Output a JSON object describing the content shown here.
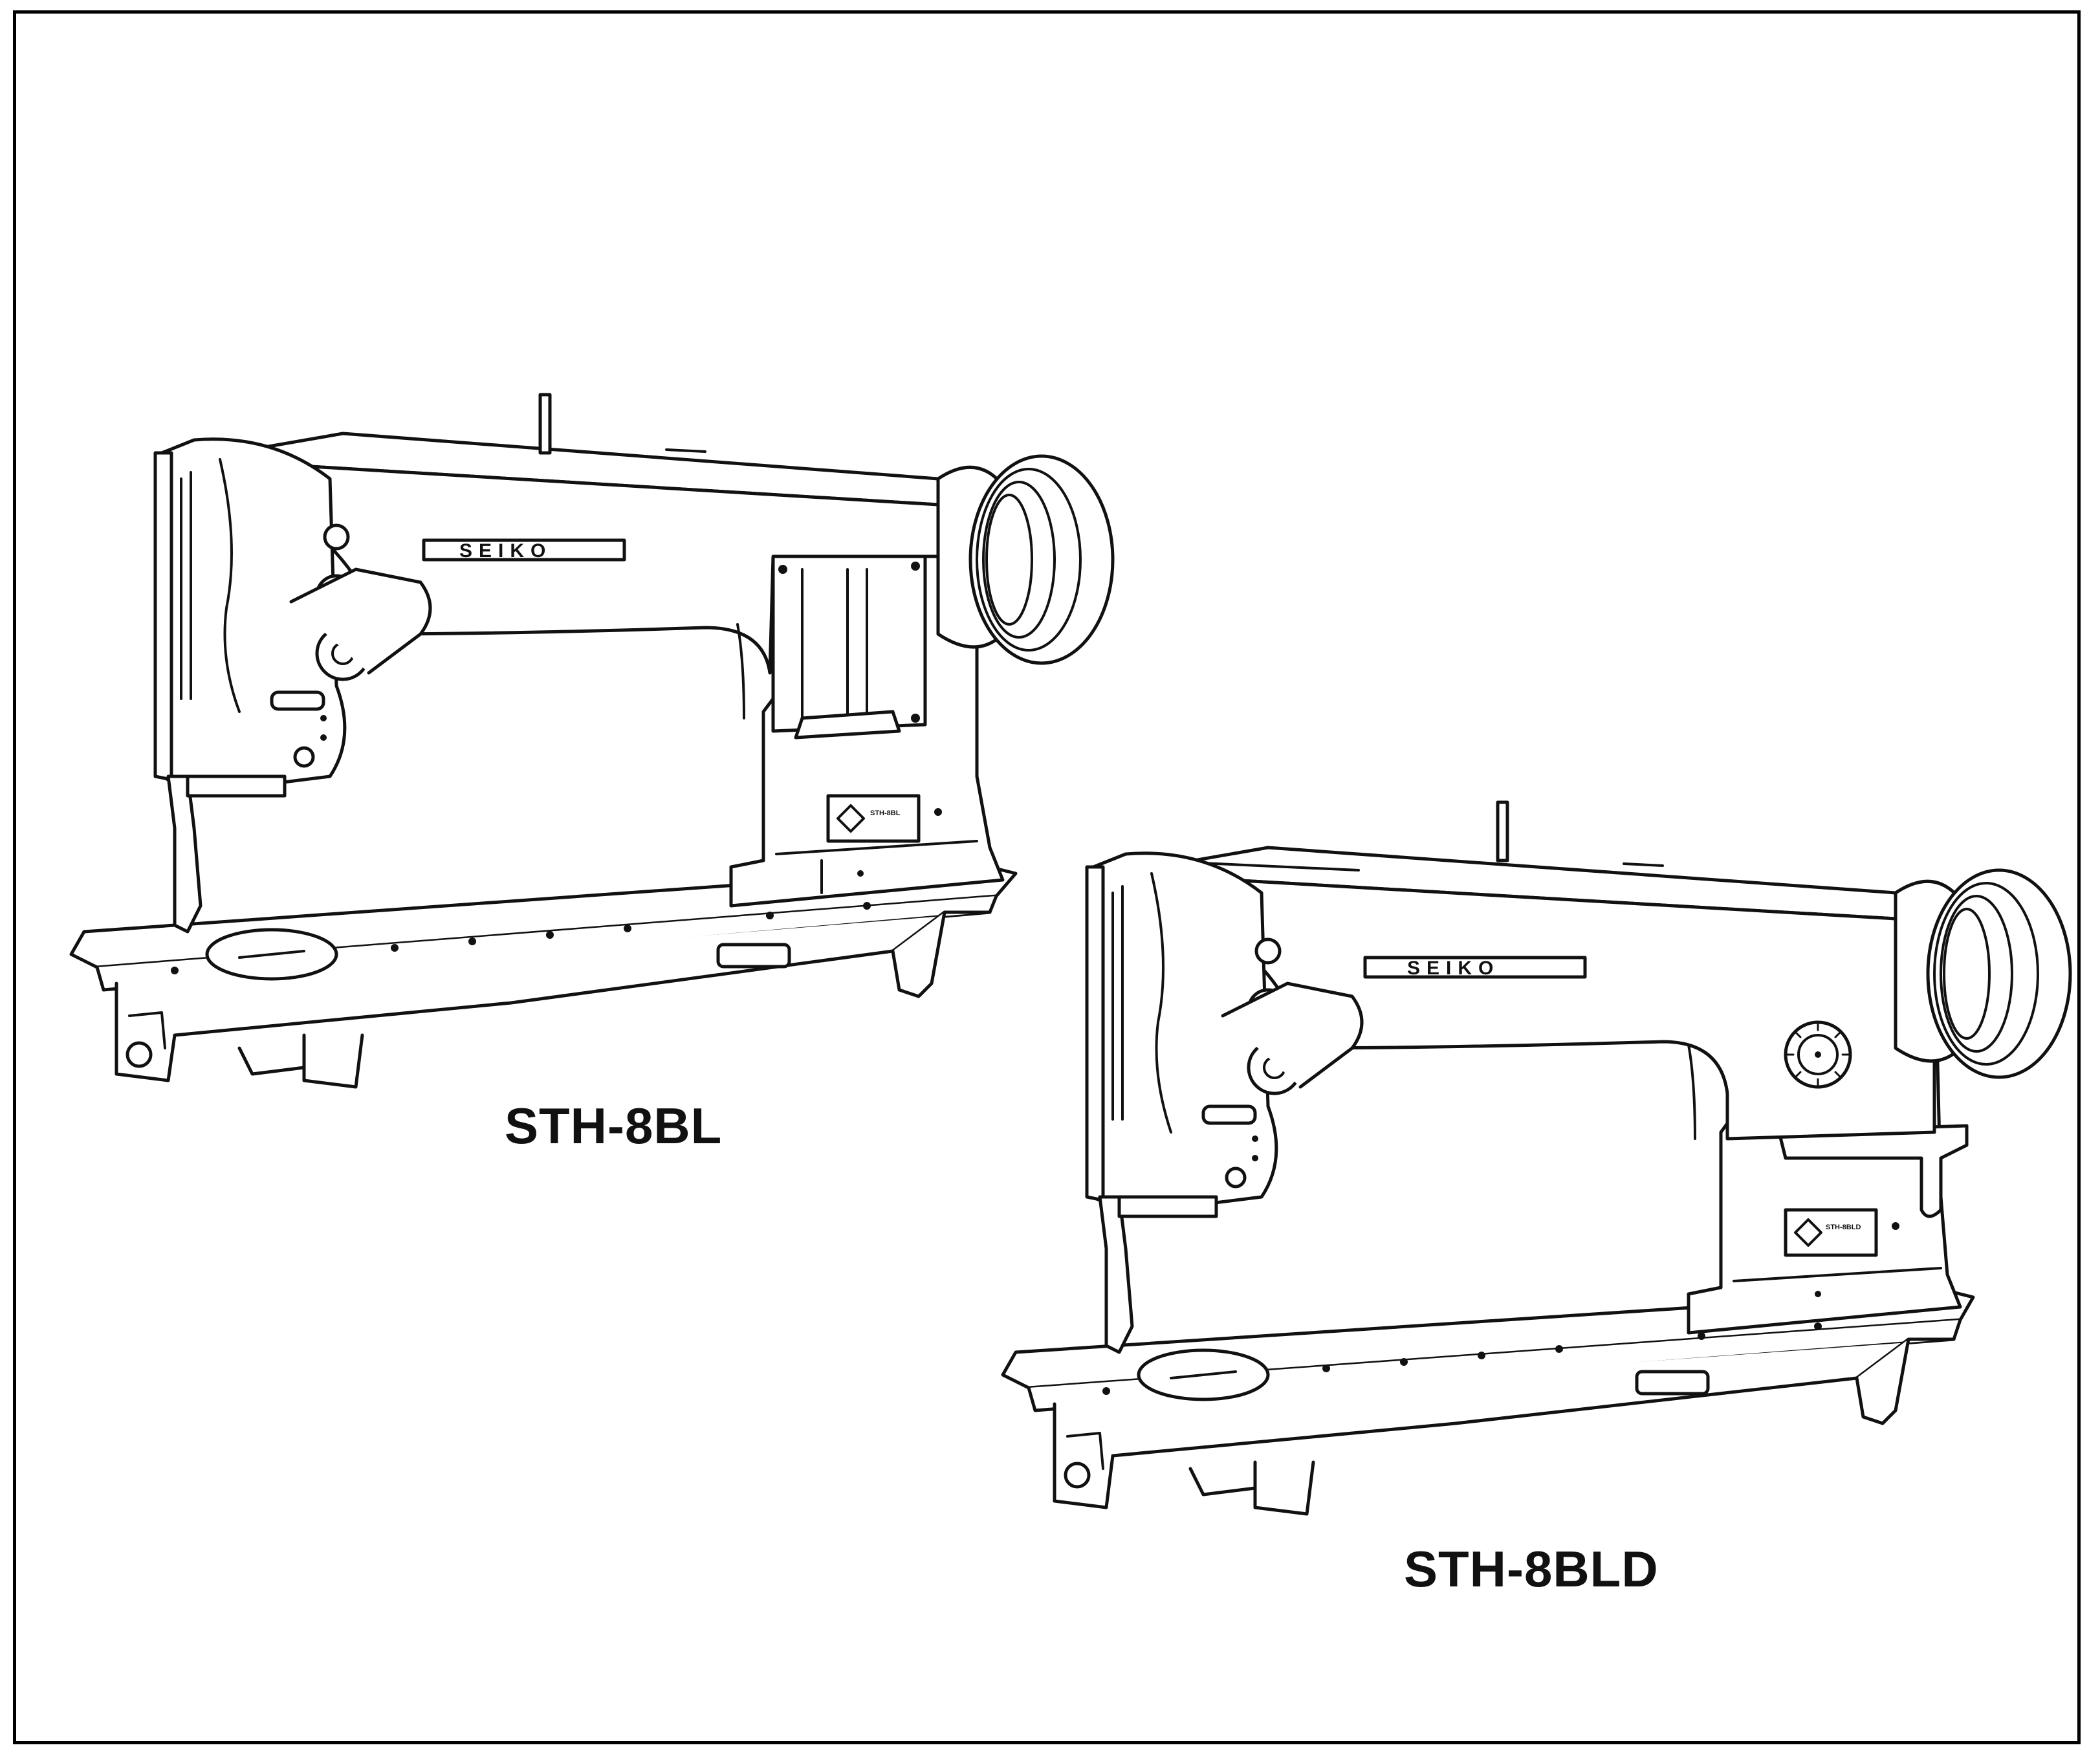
{
  "illustration": {
    "machines": [
      {
        "model_label": "STH-8BL",
        "brand_plate": "SEIKO",
        "badge_label": "STH-8BL"
      },
      {
        "model_label": "STH-8BLD",
        "brand_plate": "SEIKO",
        "badge_label": "STH-8BLD"
      }
    ]
  },
  "colors": {
    "line": "#111111",
    "background": "#ffffff"
  }
}
